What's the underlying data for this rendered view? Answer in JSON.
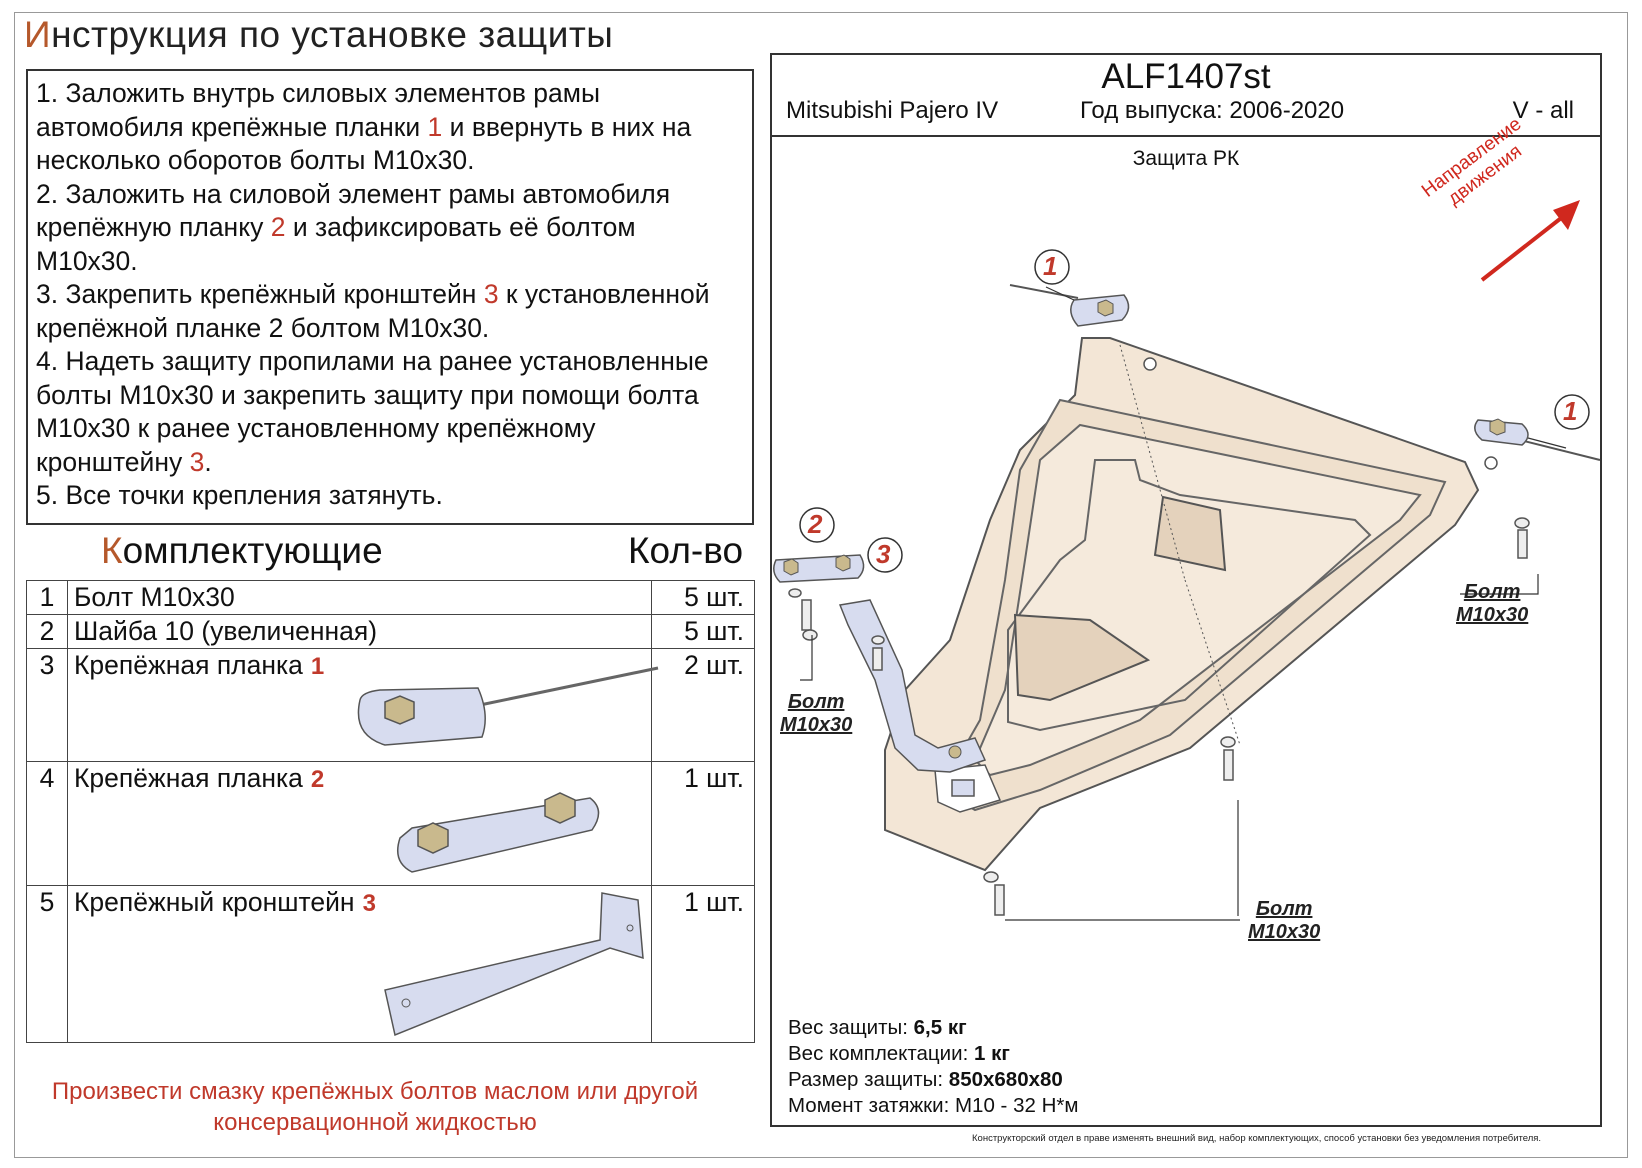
{
  "page": {
    "title_first_letter": "И",
    "title_rest": "нструкция по установке защиты"
  },
  "instructions": [
    {
      "a": "1. Заложить внутрь силовых элементов рамы автомобиля крепёжные планки ",
      "r": "1",
      "b": " и ввернуть в них на несколько оборотов болты М10х30."
    },
    {
      "a": "2. Заложить на силовой элемент рамы автомобиля крепёжную планку ",
      "r": "2",
      "b": " и зафиксировать её болтом М10х30."
    },
    {
      "a": "3. Закрепить крепёжный кронштейн ",
      "r": "3",
      "b": " к установленной крепёжной планке 2 болтом М10х30."
    },
    {
      "a": "4. Надеть защиту пропилами на ранее установленные болты М10х30 и закрепить защиту при помощи болта М10х30 к ранее установленному крепёжному кронштейну ",
      "r": "3",
      "b": "."
    },
    {
      "a": "5. Все точки крепления затянуть.",
      "r": "",
      "b": ""
    }
  ],
  "kit": {
    "heading_first_letter": "К",
    "heading_rest": "омплектующие",
    "qty_heading": "Кол-во",
    "rows": [
      {
        "n": "1",
        "name": "Болт М10х30",
        "badge": "",
        "qty": "5 шт."
      },
      {
        "n": "2",
        "name": "Шайба 10 (увеличенная)",
        "badge": "",
        "qty": "5 шт."
      },
      {
        "n": "3",
        "name": "Крепёжная планка",
        "badge": "1",
        "qty": "2 шт."
      },
      {
        "n": "4",
        "name": "Крепёжная планка",
        "badge": "2",
        "qty": "1 шт."
      },
      {
        "n": "5",
        "name": "Крепёжный кронштейн",
        "badge": "3",
        "qty": "1 шт."
      }
    ]
  },
  "note": "Произвести смазку крепёжных болтов маслом или другой консервационной жидкостью",
  "header": {
    "code": "ALF1407st",
    "model": "Mitsubishi Pajero IV",
    "year": "Год выпуска: 2006-2020",
    "version": "V - all",
    "part": "Защита РК"
  },
  "direction": {
    "line1": "Направление",
    "line2": "движения"
  },
  "callouts": {
    "c1": "1",
    "c2": "2",
    "c3": "3"
  },
  "bolt_label": {
    "line1": "Болт",
    "line2": "М10х30"
  },
  "specs": [
    {
      "label": "Вес защиты: ",
      "value": "6,5 кг"
    },
    {
      "label": "Вес комплектации: ",
      "value": "1 кг"
    },
    {
      "label": "Размер защиты: ",
      "value": "850х680х80"
    },
    {
      "label": "Момент затяжки: ",
      "value": "М10 - 32 Н*м"
    }
  ],
  "disclaimer": "Конструкторский отдел в праве изменять внешний вид, набор комплектующих, способ установки без уведомления потребителя.",
  "colors": {
    "accent_red": "#c0392b",
    "plate_fill": "#f3e6d6",
    "part_fill": "#d7dcef"
  }
}
